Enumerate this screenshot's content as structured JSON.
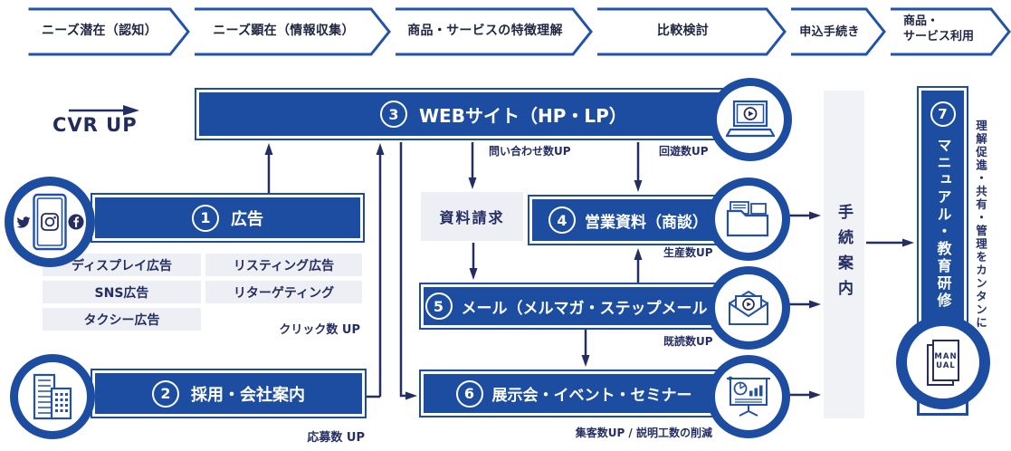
{
  "stages": [
    "ニーズ潜在（認知）",
    "ニーズ顕在（情報収集）",
    "商品・サービスの特徴理解",
    "比較検討",
    "申込手続き",
    [
      "商品・",
      "サービス利用"
    ]
  ],
  "cvr": {
    "label": "CVR UP"
  },
  "boxes": {
    "web": {
      "number": "3",
      "label": "WEBサイト（HP・LP）",
      "kpi_inquiry": "問い合わせ数UP",
      "kpi_circulation": "回遊数UP"
    },
    "ad": {
      "number": "1",
      "label": "広告",
      "kpi": "クリック数 UP",
      "chips": [
        "ディスプレイ広告",
        "リスティング広告",
        "SNS広告",
        "リターゲティング",
        "タクシー広告"
      ]
    },
    "recruit": {
      "number": "2",
      "label": "採用・会社案内",
      "kpi": "応募数 UP"
    },
    "sales": {
      "number": "4",
      "label": "営業資料（商談）",
      "kpi": "生産数UP"
    },
    "mail": {
      "number": "5",
      "label": "メール（メルマガ・ステップメール）",
      "kpi": "既読数UP"
    },
    "event": {
      "number": "6",
      "label": "展示会・イベント・セミナー",
      "kpi": "集客数UP / 説明工数の削減"
    },
    "manual": {
      "number": "7",
      "label": "マニュアル・教育研修",
      "note": "理解促進・共有・管理をカンタンに"
    }
  },
  "request_box": {
    "label": "資料請求"
  },
  "procedure": {
    "label": "手続案内"
  },
  "manual_book": [
    "MAN",
    "UAL"
  ],
  "icons": [
    "sns-smartphone-icon",
    "building-icon",
    "laptop-play-icon",
    "folder-documents-icon",
    "mail-open-play-icon",
    "presentation-chart-icon",
    "manual-book-icon"
  ],
  "colors": {
    "box_blue": "#1d4da1",
    "chevron_blue": "#2153ac",
    "navy_text": "#252e63",
    "stage_text": "#1f2642",
    "light_gray": "#edeff4",
    "bar_gray": "#f1f2f6"
  }
}
